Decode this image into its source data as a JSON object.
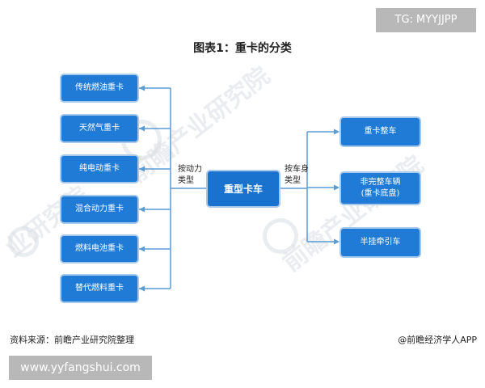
{
  "badge_top": "TG: MYYJJPP",
  "title": "图表1：重卡的分类",
  "watermark_text": "前瞻产业研究院",
  "watermark_text_short": "业研究院",
  "center_node": "重型卡车",
  "left_edge_label": [
    "按动力",
    "类型"
  ],
  "right_edge_label": [
    "按车身",
    "类型"
  ],
  "left_nodes": [
    "传统燃油重卡",
    "天然气重卡",
    "纯电动重卡",
    "混合动力重卡",
    "燃料电池重卡",
    "替代燃料重卡"
  ],
  "right_nodes": [
    {
      "line1": "重卡整车",
      "line2": ""
    },
    {
      "line1": "非完整车辆",
      "line2": "(重卡底盘)"
    },
    {
      "line1": "半挂牵引车",
      "line2": ""
    }
  ],
  "source": "资料来源：前瞻产业研究院整理",
  "credit": "@前瞻经济学人APP",
  "badge_bottom": "www.yyfangshui.com",
  "colors": {
    "node_fill": "#1f7bd6",
    "node_border": "#a8c9ec",
    "connector": "#5b9bd5"
  }
}
